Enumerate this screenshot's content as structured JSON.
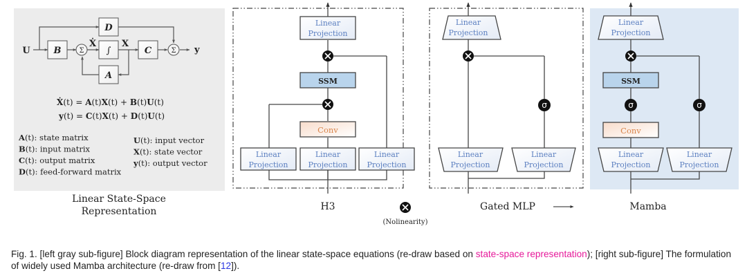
{
  "figure": {
    "left_panel": {
      "blocks": {
        "D": "D",
        "B": "B",
        "integrator": "∫",
        "C": "C",
        "A": "A"
      },
      "sum_symbol": "Σ",
      "signals": {
        "input": "U",
        "state_dot": "Ẋ",
        "state": "X",
        "output": "y"
      },
      "equations": [
        {
          "lhs": "Ẋ",
          "rhs": [
            [
              "A",
              "(t)"
            ],
            [
              "X",
              "(t)"
            ],
            [
              "+",
              ""
            ],
            [
              "B",
              "(t)"
            ],
            [
              "U",
              "(t)"
            ]
          ]
        },
        {
          "lhs": "y",
          "rhs": [
            [
              "C",
              "(t)"
            ],
            [
              "X",
              "(t)"
            ],
            [
              "+",
              ""
            ],
            [
              "D",
              "(t)"
            ],
            [
              "U",
              "(t)"
            ]
          ]
        }
      ],
      "equation_strings": [
        "Ẋ(t) = A(t)X(t) + B(t)U(t)",
        "y(t) = C(t)X(t) + D(t)U(t)"
      ],
      "legend_left": [
        {
          "sym": "A",
          "text": "(t): state matrix"
        },
        {
          "sym": "B",
          "text": "(t): input matrix"
        },
        {
          "sym": "C",
          "text": "(t): output matrix"
        },
        {
          "sym": "D",
          "text": "(t): feed-forward matrix"
        }
      ],
      "legend_right": [
        {
          "sym": "U",
          "text": "(t): input vector"
        },
        {
          "sym": "X",
          "text": "(t): state vector"
        },
        {
          "sym": "y",
          "text": "(t): output vector"
        }
      ],
      "title_line1": "Linear State-Space",
      "title_line2": "Representation"
    },
    "h3": {
      "label": "H3",
      "blocks": {
        "top_proj": [
          "Linear",
          "Projection"
        ],
        "ssm": "SSM",
        "conv": "Conv",
        "proj_left": [
          "Linear",
          "Projection"
        ],
        "proj_mid": [
          "Linear",
          "Projection"
        ],
        "proj_right": [
          "Linear",
          "Projection"
        ]
      }
    },
    "gated_mlp": {
      "label": "Gated MLP",
      "arrow": "⟶",
      "blocks": {
        "top_proj": [
          "Linear",
          "Projection"
        ],
        "proj_left": [
          "Linear",
          "Projection"
        ],
        "proj_right": [
          "Linear",
          "Projection"
        ]
      },
      "gate": "σ"
    },
    "mamba": {
      "label": "Mamba",
      "blocks": {
        "top_proj": [
          "Linear",
          "Projection"
        ],
        "ssm": "SSM",
        "conv": "Conv",
        "proj_left": [
          "Linear",
          "Projection"
        ],
        "proj_right": [
          "Linear",
          "Projection"
        ]
      },
      "gate": "σ"
    },
    "nonlinearity_legend": "(Nolinearity)",
    "colors": {
      "left_bg": "#ececec",
      "mamba_bg": "#dde8f4",
      "proj_text": "#5b7fc0",
      "ssm_fill": "#b9d4ec",
      "conv_text": "#d9844a",
      "conv_fill": "#fbeee6",
      "stroke": "#444444"
    }
  },
  "caption": {
    "prefix": "Fig. 1. [left gray sub-figure] Block diagram representation of the linear state-space equations (re-draw based on ",
    "link1": "state-space representation",
    "middle": "); [right sub-figure] The formulation of widely used Mamba architecture (re-draw from [",
    "ref": "12",
    "suffix": "])."
  }
}
